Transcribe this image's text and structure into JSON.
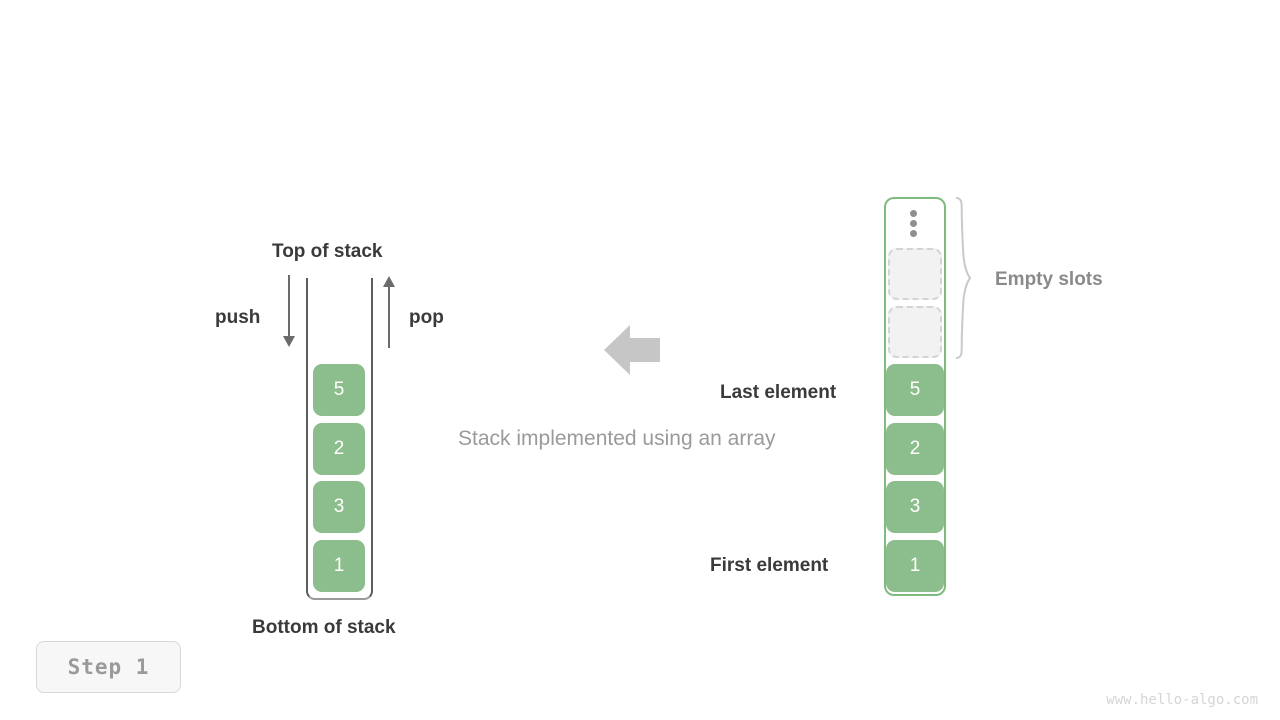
{
  "page": {
    "caption": "Stack implemented using an array",
    "watermark": "www.hello-algo.com"
  },
  "step_badge": {
    "label": "Step 1"
  },
  "stack_panel": {
    "top_label": "Top of stack",
    "bottom_label": "Bottom of stack",
    "push_label": "push",
    "pop_label": "pop",
    "nodes": [
      {
        "value": "5"
      },
      {
        "value": "2"
      },
      {
        "value": "3"
      },
      {
        "value": "1"
      }
    ]
  },
  "array_panel": {
    "empty_slots_label": "Empty slots",
    "last_element_label": "Last element",
    "first_element_label": "First element",
    "ellipsis_icon": "vertical-ellipsis-icon",
    "empty_slots_count": 2,
    "nodes": [
      {
        "value": "5"
      },
      {
        "value": "2"
      },
      {
        "value": "3"
      },
      {
        "value": "1"
      }
    ]
  },
  "colors": {
    "node_green": "#8cbd8c",
    "array_border_green": "#7fba7f",
    "stack_border_gray": "#5e5e5e",
    "arrow_gray": "#6b6b6b",
    "block_arrow_gray": "#c6c6c6",
    "label_dark": "#3a3a3a",
    "label_gray": "#8a8a8a",
    "caption_gray": "#9a9a9a"
  }
}
